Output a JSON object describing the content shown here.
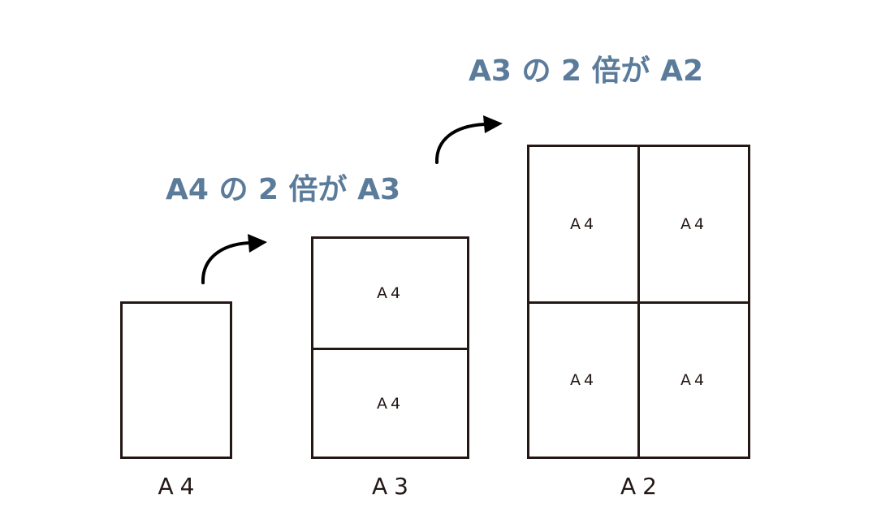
{
  "headings": {
    "a4_to_a3": "A4 の 2 倍が A3",
    "a3_to_a2": "A3 の 2 倍が A2"
  },
  "sheets": {
    "a4": {
      "caption": "A4"
    },
    "a3": {
      "caption": "A3",
      "cells": [
        "A4",
        "A4"
      ]
    },
    "a2": {
      "caption": "A2",
      "cells": [
        "A4",
        "A4",
        "A4",
        "A4"
      ]
    }
  },
  "colors": {
    "heading": "#5b7b9a",
    "line": "#231815"
  }
}
